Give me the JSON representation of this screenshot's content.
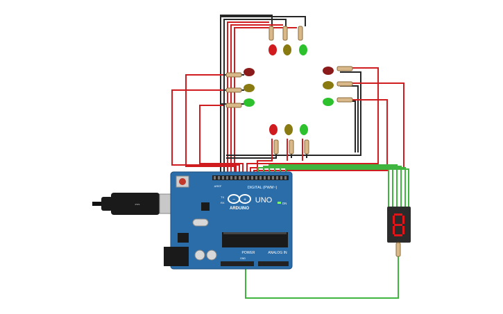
{
  "board": {
    "brand": "ARDUINO",
    "model": "UNO",
    "digital_header": "DIGITAL (PWM~)",
    "on_label": "ON",
    "power_label": "POWER",
    "analog_label": "ANALOG IN",
    "tx_label": "TX",
    "rx_label": "RX",
    "aref_label": "AREF",
    "gnd_label": "GND"
  },
  "colors": {
    "board_blue": "#2b6da8",
    "wire_red": "#d01c1f",
    "wire_black": "#262626",
    "wire_green": "#3fb53f",
    "led_red": "#d01c1f",
    "led_yellow": "#8a7a12",
    "led_green": "#2ec12e",
    "display_body": "#2b2b2b",
    "display_segment": "#e0151a"
  },
  "traffic_lights": {
    "north": [
      "red",
      "yellow",
      "green"
    ],
    "west": [
      "red",
      "yellow",
      "green"
    ],
    "east": [
      "red",
      "yellow",
      "green"
    ],
    "south": [
      "red",
      "yellow",
      "green"
    ]
  },
  "display": {
    "digit": "8",
    "type": "seven-segment"
  },
  "icons": {
    "usb": "usb-cable-icon",
    "power": "dc-power-jack-icon"
  }
}
